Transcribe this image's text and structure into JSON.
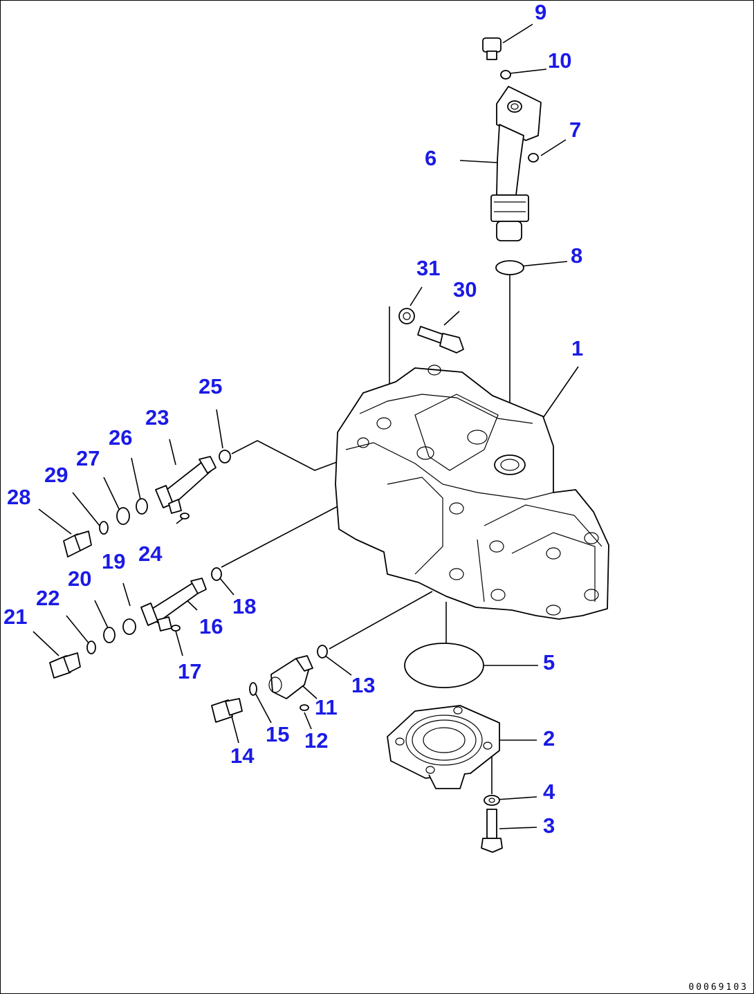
{
  "diagram": {
    "callouts": [
      "1",
      "2",
      "3",
      "4",
      "5",
      "6",
      "7",
      "8",
      "9",
      "10",
      "11",
      "12",
      "13",
      "14",
      "15",
      "16",
      "17",
      "18",
      "19",
      "20",
      "21",
      "22",
      "23",
      "24",
      "25",
      "26",
      "27",
      "28",
      "29",
      "30",
      "31"
    ],
    "drawing_code": "00069103",
    "colors": {
      "callout": "#1a1ae6",
      "line": "#000000",
      "background": "#ffffff"
    }
  }
}
